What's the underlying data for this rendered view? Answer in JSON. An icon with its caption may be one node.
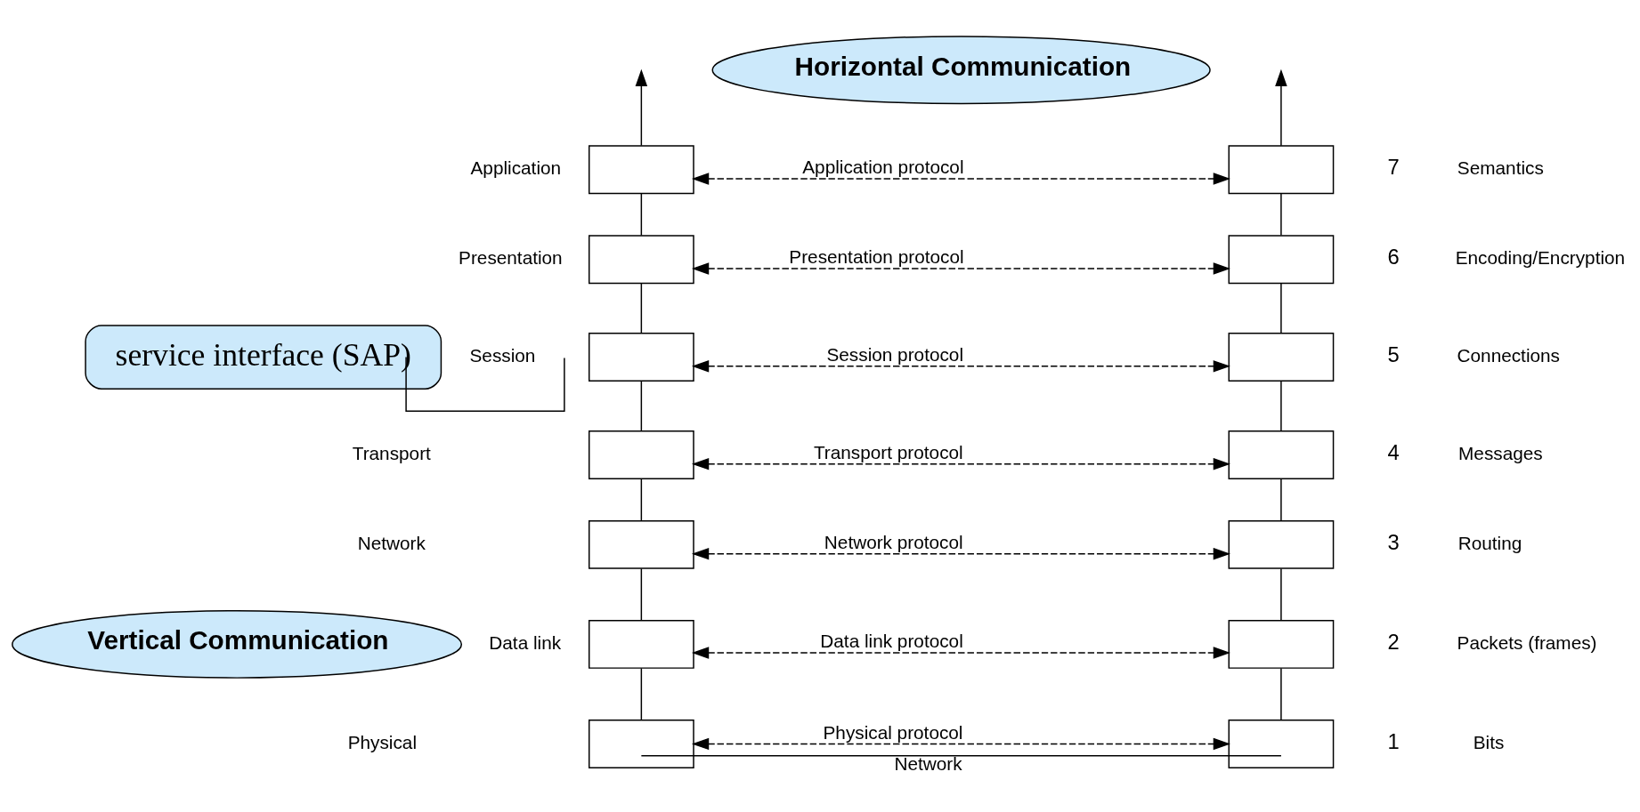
{
  "diagram": {
    "nodes": [
      {
        "text": [
          "Horizontal Communication"
        ]
      },
      {
        "text": [],
        "shape": "box"
      },
      {
        "text": [],
        "shape": "box"
      },
      {
        "text": [],
        "shape": "box"
      },
      {
        "text": [],
        "shape": "box"
      },
      {
        "text": [],
        "shape": "box"
      },
      {
        "text": [],
        "shape": "box"
      },
      {
        "text": [],
        "shape": "box"
      },
      {
        "text": [],
        "shape": "box"
      },
      {
        "text": [],
        "shape": "box"
      },
      {
        "text": [],
        "shape": "box"
      },
      {
        "text": [],
        "shape": "box"
      },
      {
        "text": [],
        "shape": "box"
      },
      {
        "text": [],
        "shape": "box"
      },
      {
        "text": [],
        "shape": "box"
      },
      {
        "text": [
          "service interface (SAP)"
        ]
      },
      {
        "text": [
          "Vertical Communication"
        ]
      }
    ],
    "edges": [
      {
        "from": 1,
        "to": null,
        "arrow": "to"
      },
      {
        "from": 8,
        "to": null,
        "arrow": "to"
      },
      {
        "from": 1,
        "to": 2,
        "arrow": "none"
      },
      {
        "from": 2,
        "to": 3,
        "arrow": "none"
      },
      {
        "from": 3,
        "to": 4,
        "arrow": "none"
      },
      {
        "from": 4,
        "to": 5,
        "arrow": "none"
      },
      {
        "from": 5,
        "to": 6,
        "arrow": "none"
      },
      {
        "from": 6,
        "to": 7,
        "arrow": "none"
      },
      {
        "from": 8,
        "to": 9,
        "arrow": "none"
      },
      {
        "from": 9,
        "to": 10,
        "arrow": "none"
      },
      {
        "from": 10,
        "to": 11,
        "arrow": "none"
      },
      {
        "from": 11,
        "to": 12,
        "arrow": "none"
      },
      {
        "from": 12,
        "to": 13,
        "arrow": "none"
      },
      {
        "from": 13,
        "to": 14,
        "arrow": "none"
      },
      {
        "from": 1,
        "to": 8,
        "arrow": "both",
        "style": "dashed",
        "label": "Application protocol"
      },
      {
        "from": 2,
        "to": 9,
        "arrow": "both",
        "style": "dashed",
        "label": "Presentation protocol"
      },
      {
        "from": 3,
        "to": 10,
        "arrow": "both",
        "style": "dashed",
        "label": "Session protocol"
      },
      {
        "from": 4,
        "to": 11,
        "arrow": "both",
        "style": "dashed",
        "label": "Transport protocol"
      },
      {
        "from": 5,
        "to": 12,
        "arrow": "both",
        "style": "dashed",
        "label": "Network protocol"
      },
      {
        "from": 6,
        "to": 13,
        "arrow": "both",
        "style": "dashed",
        "label": "Data link protocol"
      },
      {
        "from": 7,
        "to": 14,
        "arrow": "both",
        "style": "dashed",
        "label": "Physical protocol"
      },
      {
        "from": 15,
        "to": null,
        "arrow": "none"
      },
      {
        "from": 7,
        "to": 14,
        "arrow": "none",
        "label": "Network"
      }
    ],
    "labels": [
      "Application",
      "7",
      "Semantics",
      "Presentation",
      "6",
      "Encoding/Encryption",
      "Session",
      "5",
      "Connections",
      "Transport",
      "4",
      "Messages",
      "Network",
      "3",
      "Routing",
      "Data link",
      "2",
      "Packets (frames)",
      "Physical",
      "1",
      "Bits"
    ]
  }
}
